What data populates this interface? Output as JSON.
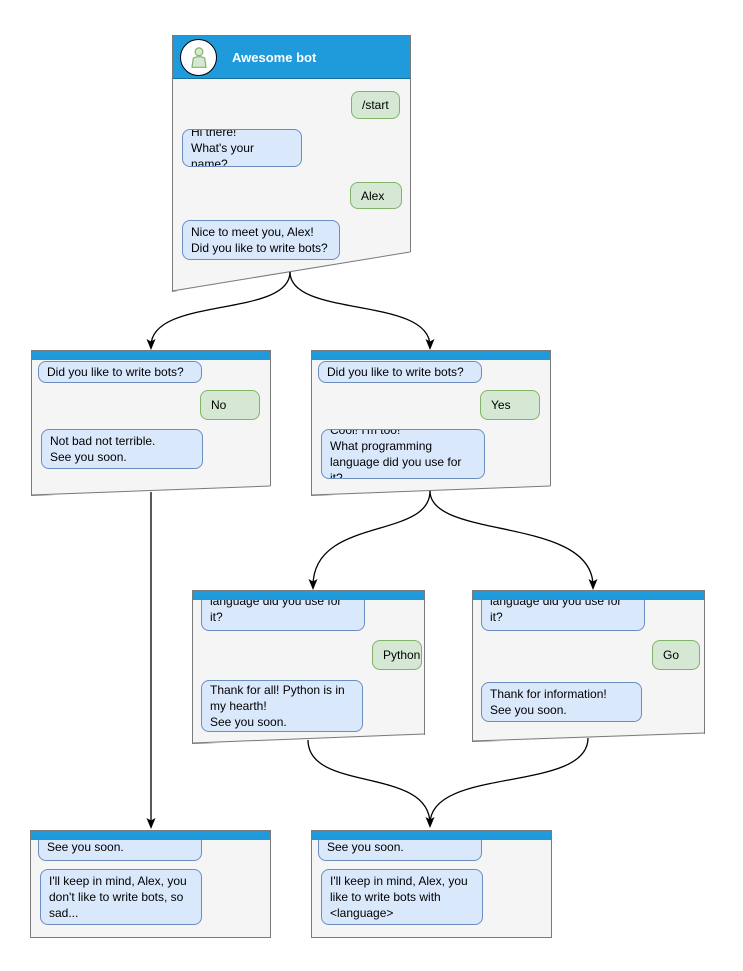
{
  "colors": {
    "titlebar_blue": "#1f9bdb",
    "window_background": "#f5f5f5",
    "window_border": "#7a7a7a",
    "bot_bubble_fill": "#dae8fc",
    "bot_bubble_border": "#6c8ebf",
    "user_bubble_fill": "#d5e8d4",
    "user_bubble_border": "#82b366",
    "connector_color": "#000000",
    "canvas_background": "#ffffff"
  },
  "main_window": {
    "title": "Awesome bot",
    "avatar_icon": "person-icon",
    "messages": {
      "start_command": "/start",
      "greeting": "Hi there!\nWhat's your name?",
      "user_name": "Alex",
      "question": "Nice to meet you, Alex!\nDid you like to write bots?"
    }
  },
  "branch_no": {
    "context": "Did you like to write bots?",
    "answer": "No",
    "reply": "Not bad not terrible.\nSee you soon."
  },
  "branch_yes": {
    "context": "Did you like to write bots?",
    "answer": "Yes",
    "reply": "Cool! I'm too!\nWhat programming language did you use for it?"
  },
  "branch_python": {
    "context": "What programming language did you use for it?",
    "answer": "Python",
    "reply": "Thank for all! Python is in my hearth!\nSee you soon."
  },
  "branch_go": {
    "context": "What programming language did you use for it?",
    "answer": "Go",
    "reply": "Thank for information!\nSee you soon."
  },
  "final_no": {
    "context": "See you soon.",
    "reply": "I'll keep in mind, Alex, you don't like to write bots, so sad..."
  },
  "final_yes": {
    "context": "See you soon.",
    "reply": "I'll keep in mind, Alex, you like to write bots with <language>"
  }
}
